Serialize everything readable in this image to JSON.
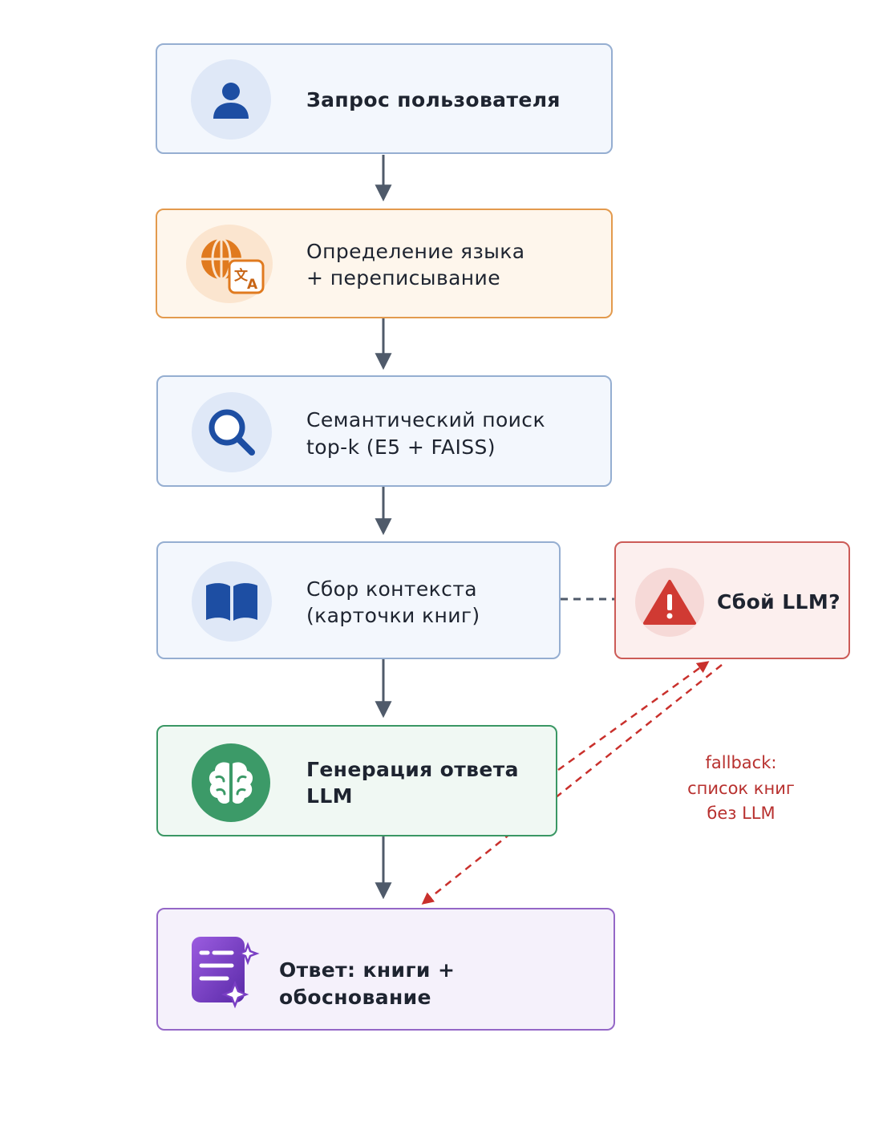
{
  "nodes": {
    "user_request": {
      "title": "Запрос пользователя",
      "icon": "user-icon"
    },
    "language_detection": {
      "line1": "Определение языка",
      "line2": "+ переписывание",
      "icon": "translate-globe-icon"
    },
    "semantic_search": {
      "line1": "Семантический поиск",
      "line2": "top-k (E5 + FAISS)",
      "icon": "search-icon"
    },
    "context_assembly": {
      "line1": "Сбор контекста",
      "line2": "(карточки книг)",
      "icon": "book-icon"
    },
    "llm_generation": {
      "line1": "Генерация ответа",
      "line2": "LLM",
      "icon": "brain-icon"
    },
    "answer": {
      "title": "Ответ: книги + обоснование",
      "icon": "document-sparkle-icon"
    },
    "llm_failure": {
      "title": "Сбой LLM?",
      "icon": "warning-icon"
    }
  },
  "fallback_note": {
    "line1": "fallback:",
    "line2": "список книг",
    "line3": "без LLM"
  },
  "colors": {
    "flow_arrow": "#4f5a6a",
    "fallback_arrow": "#c9302c",
    "blue_accent": "#1d4ea3",
    "orange_accent": "#e07a1f",
    "green_accent": "#2f8a58",
    "purple_accent": "#7a3fc4",
    "red_accent": "#d03a33"
  }
}
